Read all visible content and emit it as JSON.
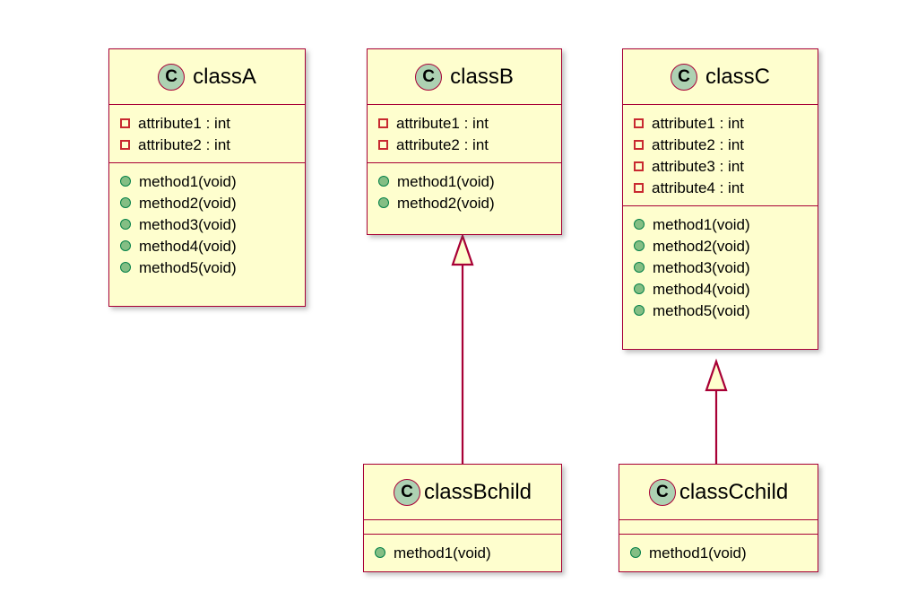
{
  "diagram": {
    "type": "uml-class-diagram",
    "title": "",
    "background_color": "#FFFFFF",
    "palette": {
      "class_fill": "#FEFECE",
      "class_border": "#A80036",
      "link_color": "#A80036",
      "class_icon_fill": "#ADD1B2",
      "private_field_icon": "#C82930",
      "public_method_icon_fill": "#84BE84",
      "public_method_icon_border": "#038048",
      "text_color": "#000000"
    },
    "icons": {
      "class_stereotype": "C",
      "private_field": "private-field-square-icon",
      "public_method": "public-method-circle-icon"
    },
    "classes": [
      {
        "id": "classA",
        "name": "classA",
        "stereotype": "C",
        "attributes": [
          "attribute1 : int",
          "attribute2 : int"
        ],
        "methods": [
          "method1(void)",
          "method2(void)",
          "method3(void)",
          "method4(void)",
          "method5(void)"
        ]
      },
      {
        "id": "classB",
        "name": "classB",
        "stereotype": "C",
        "attributes": [
          "attribute1 : int",
          "attribute2 : int"
        ],
        "methods": [
          "method1(void)",
          "method2(void)"
        ]
      },
      {
        "id": "classC",
        "name": "classC",
        "stereotype": "C",
        "attributes": [
          "attribute1 : int",
          "attribute2 : int",
          "attribute3 : int",
          "attribute4 : int"
        ],
        "methods": [
          "method1(void)",
          "method2(void)",
          "method3(void)",
          "method4(void)",
          "method5(void)"
        ]
      },
      {
        "id": "classBchild",
        "name": "classBchild",
        "stereotype": "C",
        "attributes": [],
        "methods": [
          "method1(void)"
        ]
      },
      {
        "id": "classCchild",
        "name": "classCchild",
        "stereotype": "C",
        "attributes": [],
        "methods": [
          "method1(void)"
        ]
      }
    ],
    "relationships": [
      {
        "type": "generalization",
        "from": "classBchild",
        "to": "classB",
        "arrowhead": "hollow-triangle"
      },
      {
        "type": "generalization",
        "from": "classCchild",
        "to": "classC",
        "arrowhead": "hollow-triangle"
      }
    ]
  }
}
